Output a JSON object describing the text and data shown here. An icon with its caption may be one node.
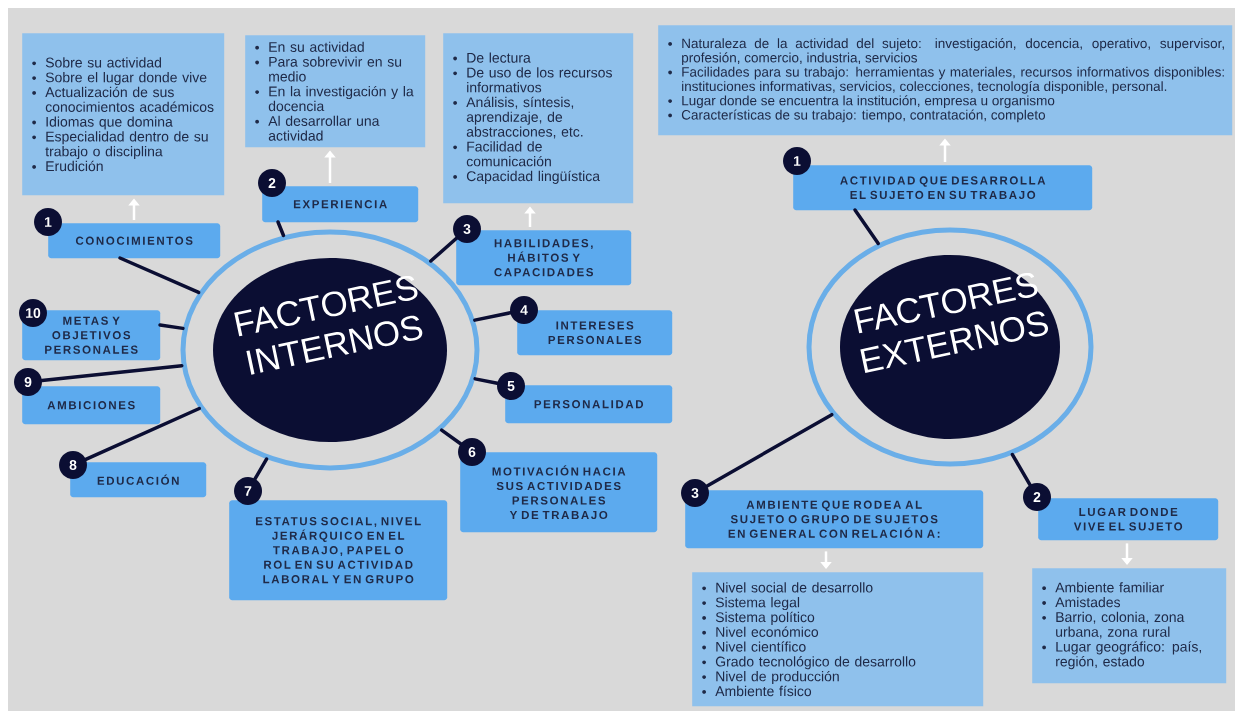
{
  "diagram": {
    "nodes": [
      {
        "text": [
          "FACTORES INTERNOS"
        ]
      },
      {
        "text": [
          "1",
          "CONOCIMIENTOS"
        ]
      },
      {
        "text": [
          "Sobre su actividad",
          "Sobre el lugar donde vive",
          "Actualización de sus conocimientos académicos",
          "Idiomas que domina",
          "Especialidad dentro de su trabajo o disciplina",
          "Erudición"
        ]
      },
      {
        "text": [
          "2",
          "EXPERIENCIA"
        ]
      },
      {
        "text": [
          "En su actividad",
          "Para sobrevivir en su medio",
          "En la investigación y la docencia",
          "Al desarrollar una actividad"
        ]
      },
      {
        "text": [
          "3",
          "HABILIDADES, HÁBITOS Y CAPACIDADES"
        ]
      },
      {
        "text": [
          "De lectura",
          "De uso de los recursos informativos",
          "Análisis, síntesis, aprendizaje, de abstracciones, etc.",
          "Facilidad de comunicación",
          "Capacidad lingüística"
        ]
      },
      {
        "text": [
          "4",
          "INTERESES PERSONALES"
        ]
      },
      {
        "text": [
          "5",
          "PERSONALIDAD"
        ]
      },
      {
        "text": [
          "6",
          "MOTIVACIÓN HACIA SUS ACTIVIDADES PERSONALES Y DE TRABAJO"
        ]
      },
      {
        "text": [
          "7",
          "ESTATUS SOCIAL, NIVEL JERÁRQUICO EN EL TRABAJO, PAPEL O ROL EN SU ACTIVIDAD LABORAL Y EN GRUPO"
        ]
      },
      {
        "text": [
          "8",
          "EDUCACIÓN"
        ]
      },
      {
        "text": [
          "9",
          "AMBICIONES"
        ]
      },
      {
        "text": [
          "10",
          "METAS Y OBJETIVOS PERSONALES"
        ]
      },
      {
        "text": [
          "FACTORES EXTERNOS"
        ]
      },
      {
        "text": [
          "1",
          "ACTIVIDAD QUE DESARROLLA EL SUJETO EN SU TRABAJO"
        ]
      },
      {
        "text": [
          "Naturaleza de la actividad del sujeto: investigación, docencia, operativo, supervisor, profesión, comercio, industria, servicios",
          "Facilidades para su trabajo: herramientas y materiales, recursos informativos disponibles: instituciones informativas, servicios, colecciones, tecnología disponible, personal.",
          "Lugar donde se encuentra la institución, empresa u organismo",
          "Características de su trabajo: tiempo, contratación, completo"
        ]
      },
      {
        "text": [
          "2",
          "LUGAR DONDE VIVE EL SUJETO"
        ]
      },
      {
        "text": [
          "Ambiente familiar",
          "Amistades",
          "Barrio, colonia, zona urbana, zona rural",
          "Lugar geográfico: país, región, estado"
        ]
      },
      {
        "text": [
          "3",
          "AMBIENTE QUE RODEA AL SUJETO O GRUPO DE SUJETOS EN GENERAL CON RELACIÓN A:"
        ]
      },
      {
        "text": [
          "Nivel social de desarrollo",
          "Sistema legal",
          "Sistema político",
          "Nivel económico",
          "Nivel científico",
          "Grado tecnológico de desarrollo",
          "Nivel de producción",
          "Ambiente físico"
        ]
      }
    ],
    "edges": [
      {
        "from": 0,
        "to": 1,
        "arrow": "none"
      },
      {
        "from": 1,
        "to": 2,
        "arrow": "to",
        "color": "#ffffff"
      },
      {
        "from": 0,
        "to": 3,
        "arrow": "none"
      },
      {
        "from": 3,
        "to": 4,
        "arrow": "to",
        "color": "#ffffff"
      },
      {
        "from": 0,
        "to": 5,
        "arrow": "none"
      },
      {
        "from": 5,
        "to": 6,
        "arrow": "to",
        "color": "#ffffff"
      },
      {
        "from": 0,
        "to": 7,
        "arrow": "none"
      },
      {
        "from": 0,
        "to": 8,
        "arrow": "none"
      },
      {
        "from": 0,
        "to": 9,
        "arrow": "none"
      },
      {
        "from": 0,
        "to": 10,
        "arrow": "none"
      },
      {
        "from": 0,
        "to": 11,
        "arrow": "none"
      },
      {
        "from": 0,
        "to": 12,
        "arrow": "none"
      },
      {
        "from": 0,
        "to": 13,
        "arrow": "none"
      },
      {
        "from": 14,
        "to": 15,
        "arrow": "none"
      },
      {
        "from": 15,
        "to": 16,
        "arrow": "to",
        "color": "#ffffff"
      },
      {
        "from": 14,
        "to": 17,
        "arrow": "none"
      },
      {
        "from": 17,
        "to": 18,
        "arrow": "to",
        "color": "#ffffff"
      },
      {
        "from": 14,
        "to": 19,
        "arrow": "none"
      },
      {
        "from": 19,
        "to": 20,
        "arrow": "to",
        "color": "#ffffff"
      }
    ]
  }
}
